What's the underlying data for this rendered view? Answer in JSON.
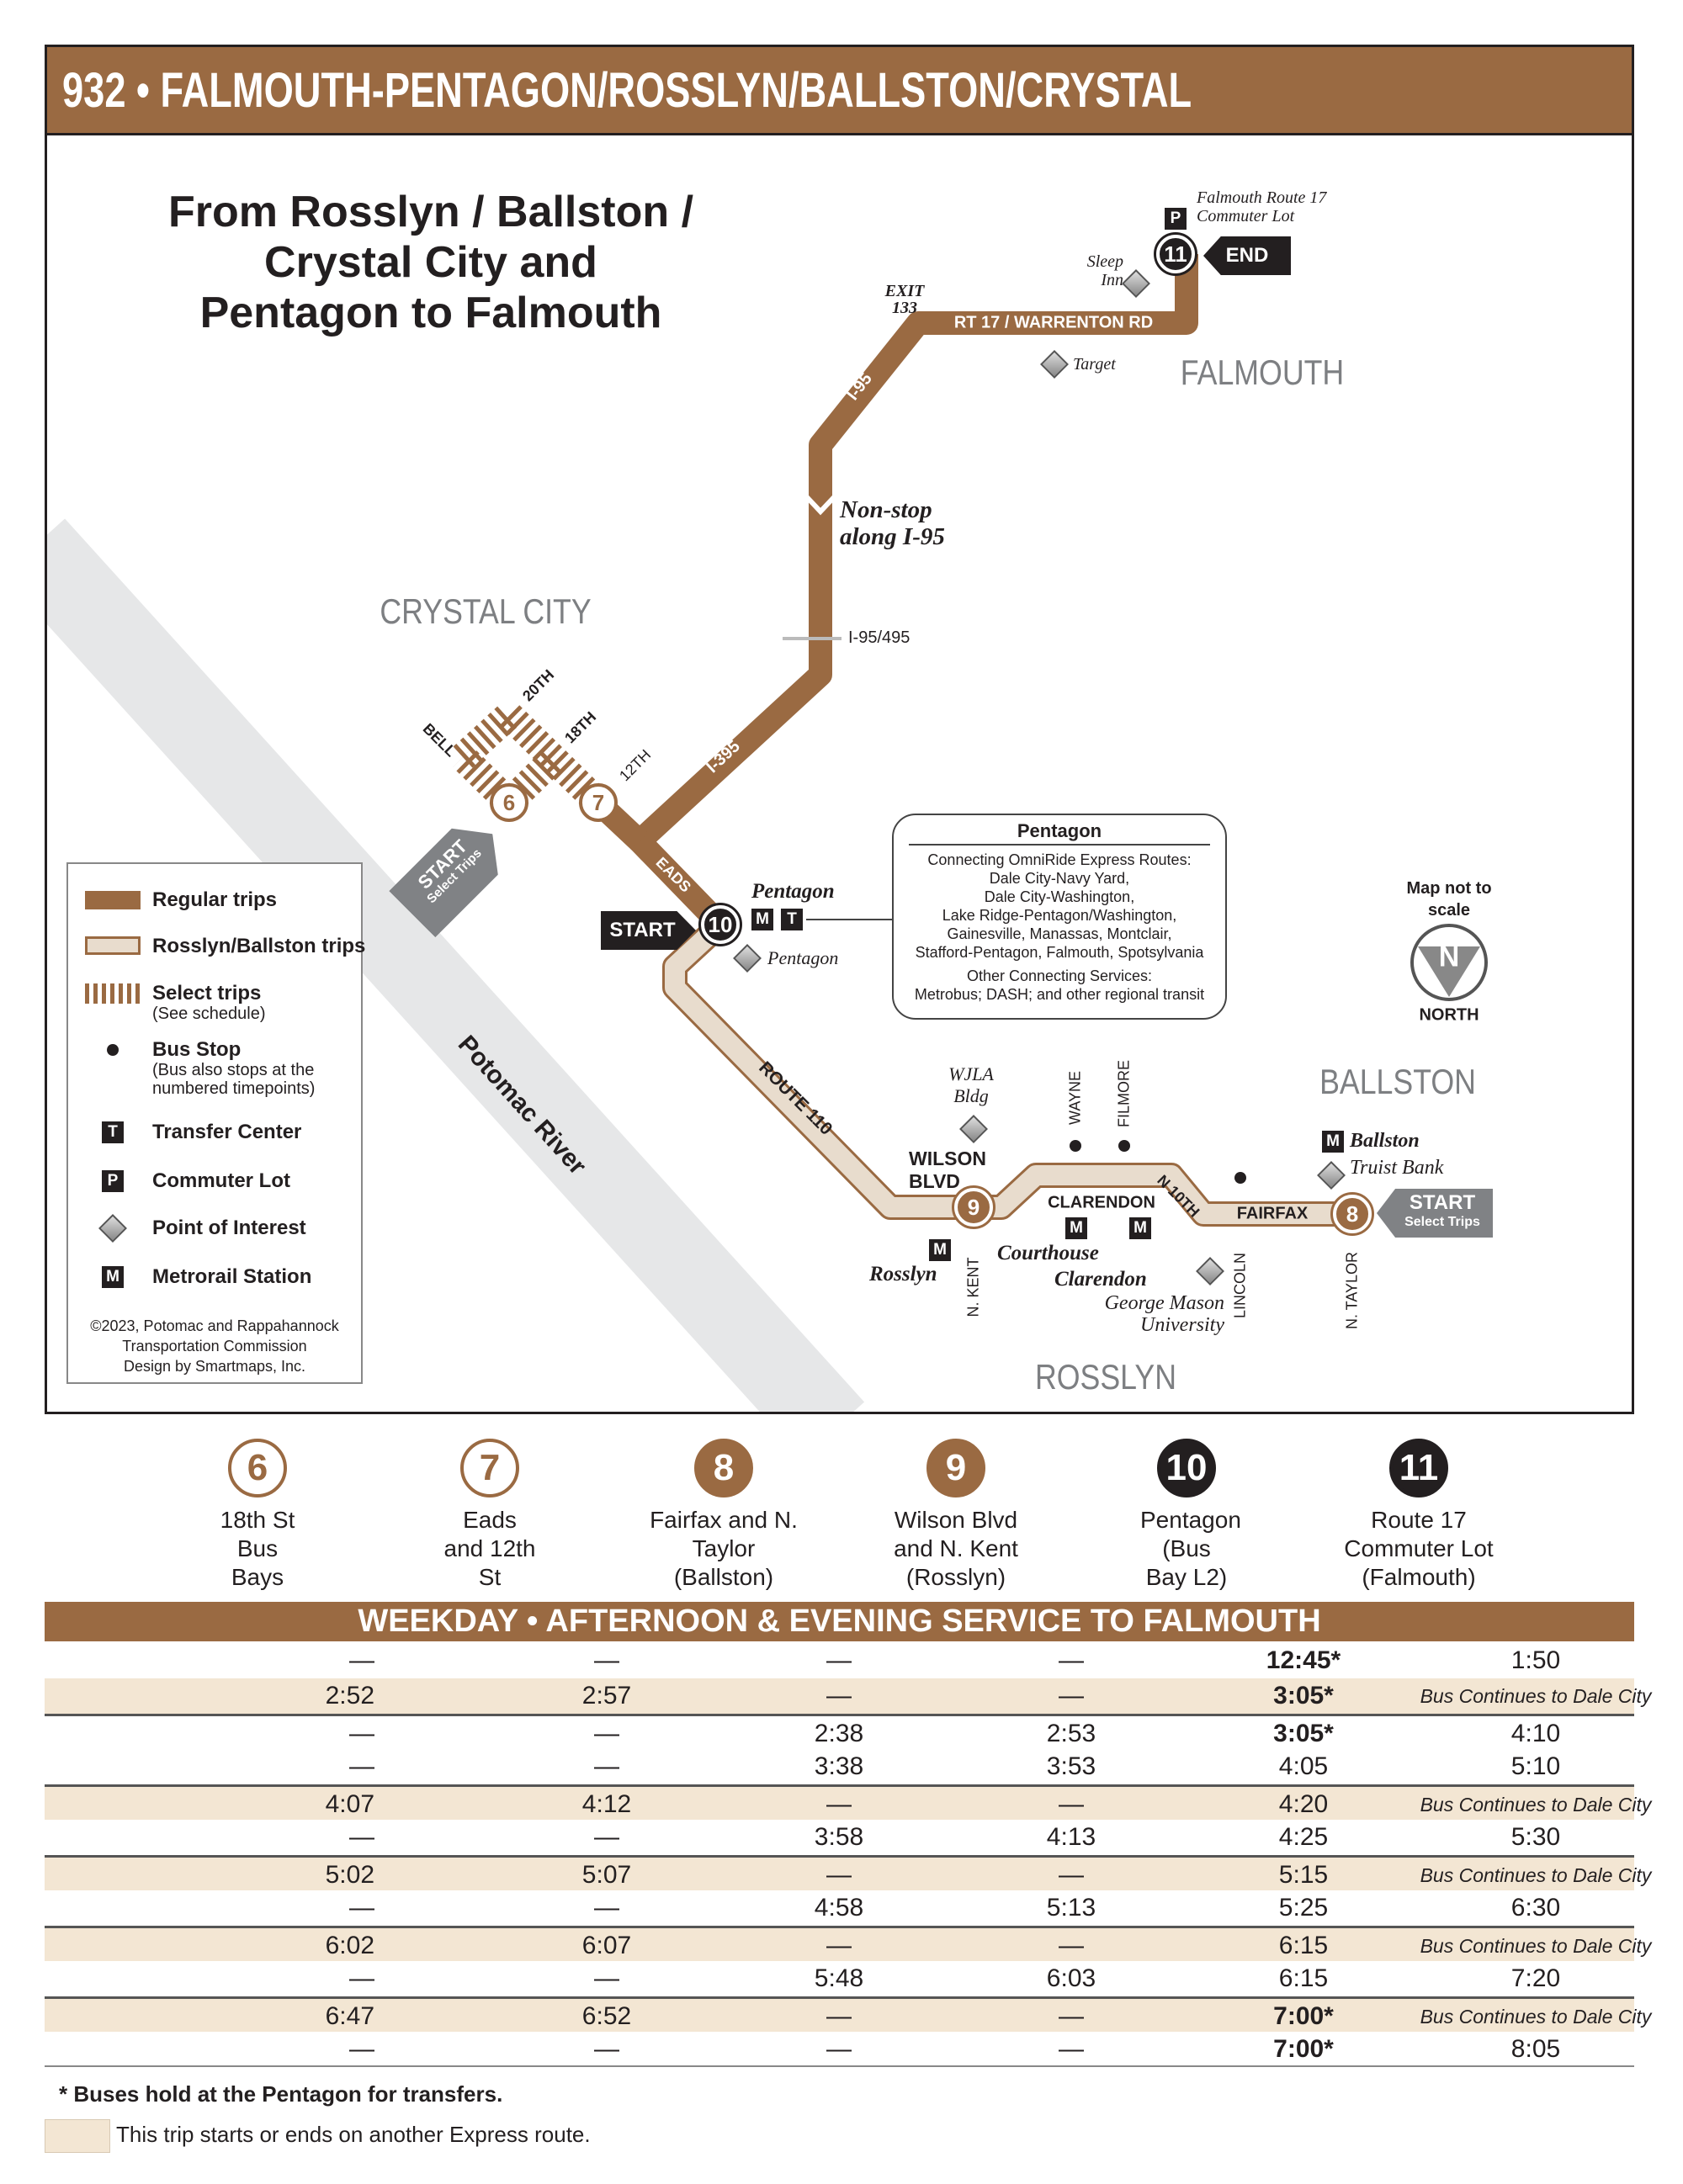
{
  "header": {
    "title": "932 • FALMOUTH-PENTAGON/ROSSLYN/BALLSTON/CRYSTAL CITY EXPRESS"
  },
  "map": {
    "title": "From Rosslyn / Ballston / Crystal City and Pentagon to Falmouth",
    "areas": {
      "falmouth": "FALMOUTH",
      "crystal_city": "CRYSTAL CITY",
      "ballston": "BALLSTON",
      "rosslyn": "ROSSLYN"
    },
    "labels": {
      "commuter_lot": "Falmouth Route 17 Commuter Lot",
      "end": "END",
      "sleep_inn": "Sleep Inn",
      "exit": "EXIT 133",
      "rt17": "RT 17 / WARRENTON RD",
      "target": "Target",
      "i95": "I-95",
      "nonstop": "Non-stop along I-95",
      "i95_495": "I-95/495",
      "i395": "I-395",
      "twentieth": "20TH",
      "eighteenth": "18TH",
      "bell": "BELL",
      "twelfth": "12TH",
      "eads": "EADS",
      "start": "START",
      "select_trips": "Select Trips",
      "pentagon": "Pentagon",
      "pentagon_poi": "Pentagon",
      "route110": "ROUTE 110",
      "potomac": "Potomac River",
      "wjla": "WJLA Bldg",
      "wilson": "WILSON BLVD",
      "wayne": "WAYNE",
      "filmore": "FILMORE",
      "ballston_station": "Ballston",
      "truist": "Truist Bank",
      "clarendon_st": "CLARENDON",
      "n10th": "N 10TH",
      "fairfax": "FAIRFAX",
      "courthouse": "Courthouse",
      "clarendon": "Clarendon",
      "gmu": "George Mason University",
      "lincoln": "LINCOLN",
      "n_taylor": "N. TAYLOR",
      "n_kent": "N. KENT",
      "rosslyn_station": "Rosslyn",
      "not_to_scale": "Map not to scale",
      "north": "NORTH",
      "n": "N"
    },
    "timepoints": [
      "6",
      "7",
      "8",
      "9",
      "10",
      "11"
    ],
    "pentagon_box": {
      "title": "Pentagon",
      "lines": [
        "Connecting OmniRide Express Routes:",
        "Dale City-Navy Yard,",
        "Dale City-Washington,",
        "Lake Ridge-Pentagon/Washington,",
        "Gainesville, Manassas, Montclair,",
        "Stafford-Pentagon, Falmouth, Spotsylvania",
        "Other Connecting Services:",
        "Metrobus; DASH; and other regional transit"
      ]
    },
    "legend": [
      {
        "label": "Regular trips"
      },
      {
        "label": "Rosslyn/Ballston trips"
      },
      {
        "label": "Select trips",
        "note": "(See schedule)"
      },
      {
        "label": "Bus Stop",
        "note": "(Bus also stops at the numbered timepoints)"
      },
      {
        "label": "Transfer Center",
        "icon": "T"
      },
      {
        "label": "Commuter Lot",
        "icon": "P"
      },
      {
        "label": "Point of Interest"
      },
      {
        "label": "Metrorail Station",
        "icon": "M"
      }
    ],
    "copyright": [
      "©2023, Potomac and Rappahannock",
      "Transportation Commission",
      "Design by Smartmaps, Inc."
    ],
    "colors": {
      "regular": "#9a6a42",
      "rosslyn": "#e8dccd",
      "river": "#e6e7e8"
    }
  },
  "stops": [
    {
      "num": "6",
      "name": "18th St Bus Bays"
    },
    {
      "num": "7",
      "name": "Eads and 12th St"
    },
    {
      "num": "8",
      "name": "Fairfax and N. Taylor (Ballston)"
    },
    {
      "num": "9",
      "name": "Wilson Blvd and N. Kent (Rosslyn)"
    },
    {
      "num": "10",
      "name": "Pentagon (Bus Bay L2)"
    },
    {
      "num": "11",
      "name": "Route 17 Commuter Lot (Falmouth)"
    }
  ],
  "schedule": {
    "title": "WEEKDAY  •  AFTERNOON & EVENING SERVICE TO FALMOUTH",
    "rows": [
      [
        "—",
        "—",
        "—",
        "—",
        "12:45*",
        "1:50"
      ],
      [
        "2:52",
        "2:57",
        "—",
        "—",
        "3:05*",
        "Bus Continues to Dale City"
      ],
      [
        "—",
        "—",
        "2:38",
        "2:53",
        "3:05*",
        "4:10"
      ],
      [
        "—",
        "—",
        "3:38",
        "3:53",
        "4:05",
        "5:10"
      ],
      [
        "4:07",
        "4:12",
        "—",
        "—",
        "4:20",
        "Bus Continues to Dale City"
      ],
      [
        "—",
        "—",
        "3:58",
        "4:13",
        "4:25",
        "5:30"
      ],
      [
        "5:02",
        "5:07",
        "—",
        "—",
        "5:15",
        "Bus Continues to Dale City"
      ],
      [
        "—",
        "—",
        "4:58",
        "5:13",
        "5:25",
        "6:30"
      ],
      [
        "6:02",
        "6:07",
        "—",
        "—",
        "6:15",
        "Bus Continues to Dale City"
      ],
      [
        "—",
        "—",
        "5:48",
        "6:03",
        "6:15",
        "7:20"
      ],
      [
        "6:47",
        "6:52",
        "—",
        "—",
        "7:00*",
        "Bus Continues to Dale City"
      ],
      [
        "—",
        "—",
        "—",
        "—",
        "7:00*",
        "8:05"
      ]
    ]
  },
  "footnotes": {
    "hold": "* Buses hold at the Pentagon for transfers.",
    "shaded": "This trip starts or ends on another Express route."
  }
}
